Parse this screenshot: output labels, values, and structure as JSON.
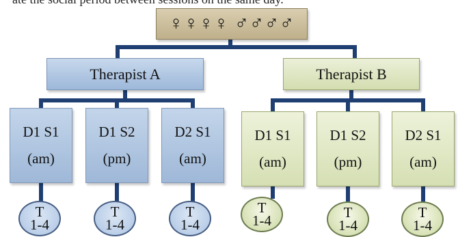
{
  "page_text": {
    "top_fragment": "ate the social period between sessions on the same day."
  },
  "diagram": {
    "participants_label": "♀♀♀♀ ♂♂♂♂",
    "therapists": [
      {
        "label": "Therapist A",
        "sessions": [
          {
            "line1": "D1 S1",
            "line2": "(am)",
            "t_line1": "T",
            "t_line2": "1-4"
          },
          {
            "line1": "D1 S2",
            "line2": "(pm)",
            "t_line1": "T",
            "t_line2": "1-4"
          },
          {
            "line1": "D2 S1",
            "line2": "(am)",
            "t_line1": "T",
            "t_line2": "1-4"
          }
        ]
      },
      {
        "label": "Therapist B",
        "sessions": [
          {
            "line1": "D1 S1",
            "line2": "(am)",
            "t_line1": "T",
            "t_line2": "1-4"
          },
          {
            "line1": "D1 S2",
            "line2": "(pm)",
            "t_line1": "T",
            "t_line2": "1-4"
          },
          {
            "line1": "D2 S1",
            "line2": "(am)",
            "t_line1": "T",
            "t_line2": "1-4"
          }
        ]
      }
    ]
  },
  "colors": {
    "connector": "#1f3f73",
    "top_box": "#ccbf9c",
    "therapist_a": "#b0c6e3",
    "therapist_b": "#e0e7c4"
  }
}
